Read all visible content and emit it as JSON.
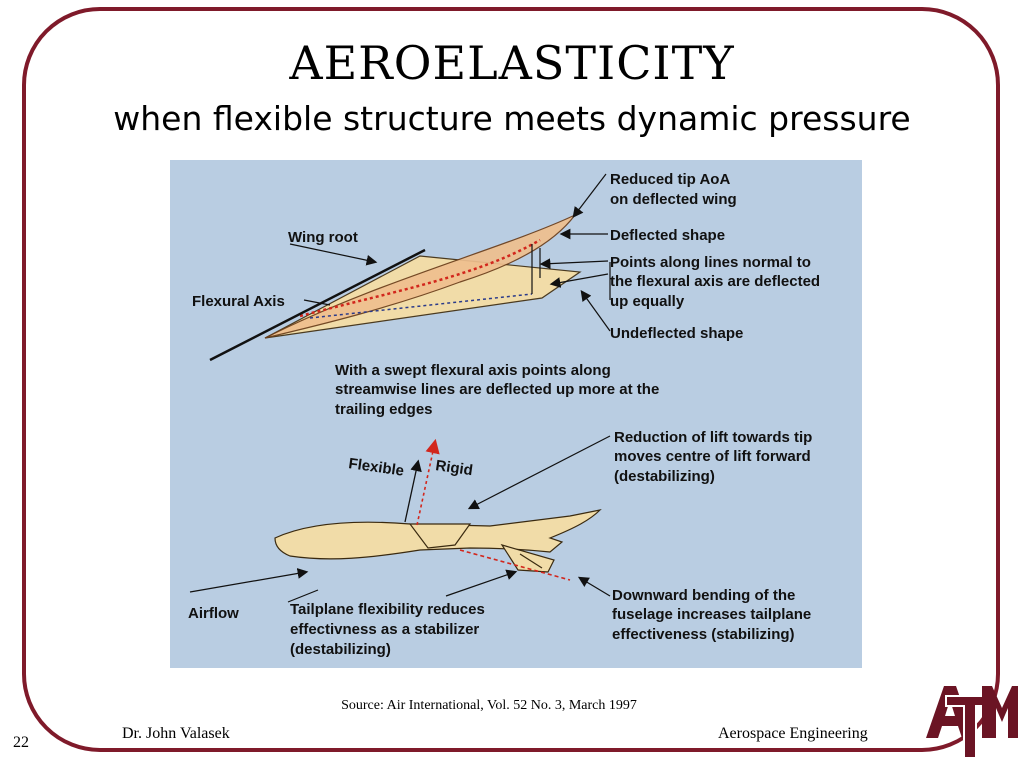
{
  "slide": {
    "title": "AEROELASTICITY",
    "subtitle": "when flexible structure meets dynamic pressure",
    "source": "Source: Air International, Vol. 52 No. 3, March 1997",
    "author": "Dr. John Valasek",
    "department": "Aerospace Engineering",
    "page_number": "22"
  },
  "logo": {
    "letters": "ATM",
    "color": "#6b1424"
  },
  "figure": {
    "labels": {
      "wing_root": "Wing root",
      "flexural_axis": "Flexural Axis",
      "reduced_tip_1": "Reduced tip AoA",
      "reduced_tip_2": "on deflected wing",
      "deflected_shape": "Deflected shape",
      "points_normal_1": "Points along lines normal to",
      "points_normal_2": "the flexural axis are deflected",
      "points_normal_3": "up equally",
      "undeflected_shape": "Undeflected shape",
      "swept_1": "With a swept flexural axis points along",
      "swept_2": "streamwise lines are deflected up more at the",
      "swept_3": "trailing edges",
      "flexible": "Flexible",
      "rigid": "Rigid",
      "reduction_1": "Reduction of lift towards tip",
      "reduction_2": "moves centre of lift forward",
      "reduction_3": "(destabilizing)",
      "airflow": "Airflow",
      "tailplane_1": "Tailplane flexibility reduces",
      "tailplane_2": "effectivness as a stabilizer",
      "tailplane_3": "(destabilizing)",
      "downward_1": "Downward bending of the",
      "downward_2": "fuselage increases tailplane",
      "downward_3": "effectiveness (stabilizing)"
    },
    "colors": {
      "background": "#b9cde2",
      "wing_fill": "#f1dca8",
      "deflected_fill": "#efbf8e",
      "red_dash": "#d2261c"
    }
  }
}
